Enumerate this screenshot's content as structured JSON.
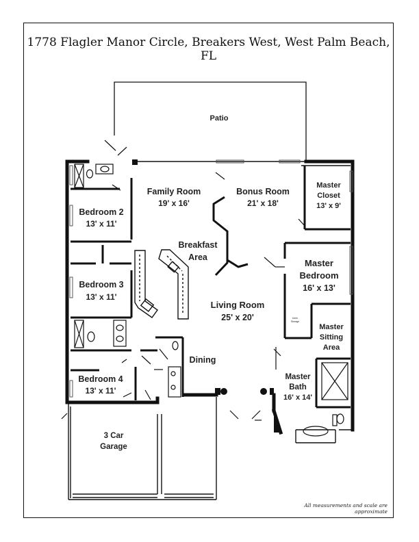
{
  "title": "1778 Flagler Manor Circle, Breakers West, West Palm Beach, FL",
  "note": "All measurements and scale are approximate",
  "rooms": {
    "patio": {
      "name": "Patio"
    },
    "family_room": {
      "name": "Family Room",
      "size": "19' x 16'"
    },
    "bonus_room": {
      "name": "Bonus Room",
      "size": "21' x 18'"
    },
    "master_closet": {
      "name": "Master",
      "name2": "Closet",
      "size": "13' x 9'"
    },
    "bedroom2": {
      "name": "Bedroom 2",
      "size": "13' x 11'"
    },
    "breakfast": {
      "name": "Breakfast",
      "name2": "Area"
    },
    "master_bedroom": {
      "name": "Master",
      "name2": "Bedroom",
      "size": "16' x 13'"
    },
    "bedroom3": {
      "name": "Bedroom 3",
      "size": "13' x 11'"
    },
    "living_room": {
      "name": "Living Room",
      "size": "25' x 20'"
    },
    "linen": {
      "name": "Linen",
      "name2": "Storage"
    },
    "master_sitting": {
      "name": "Master",
      "name2": "Sitting",
      "name3": "Area"
    },
    "dining": {
      "name": "Dining"
    },
    "bedroom4": {
      "name": "Bedroom 4",
      "size": "13' x 11'"
    },
    "master_bath": {
      "name": "Master",
      "name2": "Bath",
      "size": "16' x 14'"
    },
    "garage": {
      "name": "3 Car",
      "name2": "Garage"
    }
  }
}
